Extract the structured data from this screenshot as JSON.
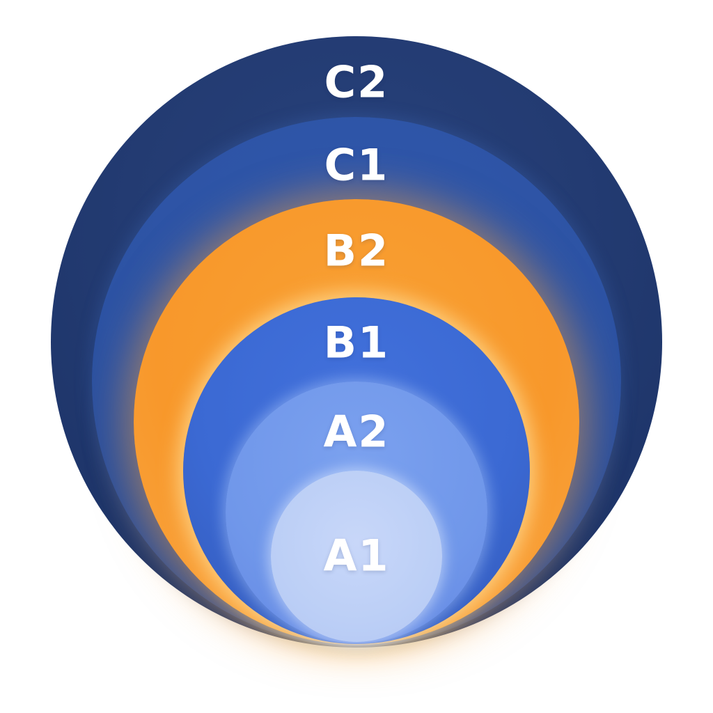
{
  "diagram": {
    "type": "nested-circles",
    "background": "#ffffff",
    "label_color": "#ffffff",
    "levels": [
      {
        "label": "C2",
        "color": "#223a70",
        "rank": 6
      },
      {
        "label": "C1",
        "color": "#2d53a4",
        "rank": 5
      },
      {
        "label": "B2",
        "color": "#f8982b",
        "rank": 4
      },
      {
        "label": "B1",
        "color": "#3b69d3",
        "rank": 3
      },
      {
        "label": "A2",
        "color": "#7097ea",
        "rank": 2
      },
      {
        "label": "A1",
        "color": "#bccff6",
        "rank": 1
      }
    ]
  }
}
